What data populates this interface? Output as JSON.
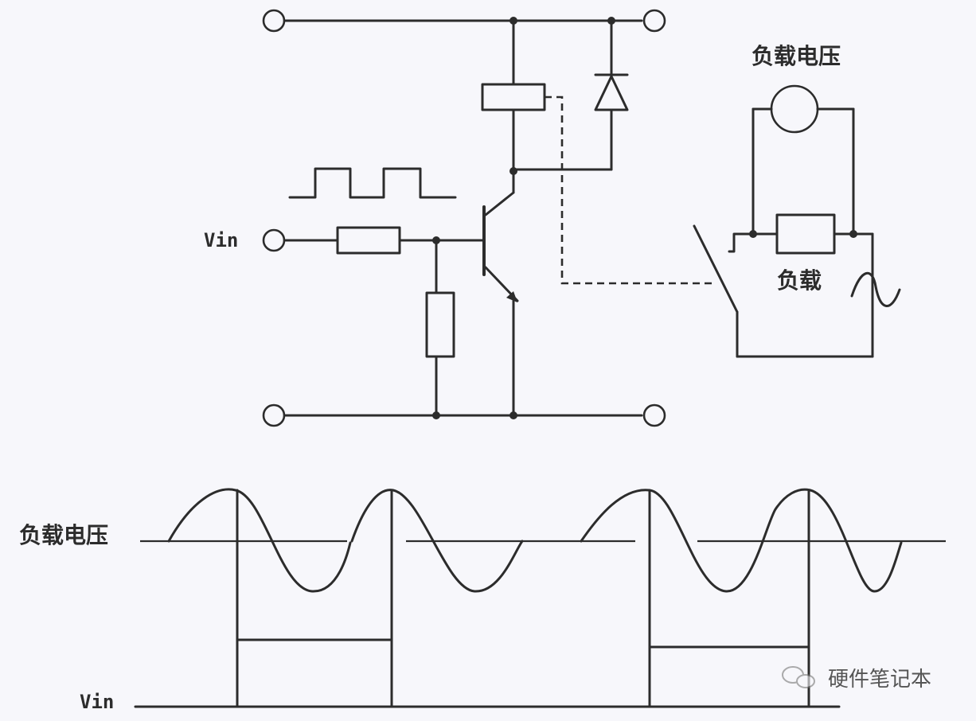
{
  "circuit": {
    "input_label": "Vin",
    "load_voltage_label": "负载电压",
    "load_label": "负载",
    "ac_symbol": "~"
  },
  "waveform": {
    "load_voltage_label": "负载电压",
    "vin_label": "Vin"
  },
  "watermark": {
    "text": "硬件笔记本"
  }
}
